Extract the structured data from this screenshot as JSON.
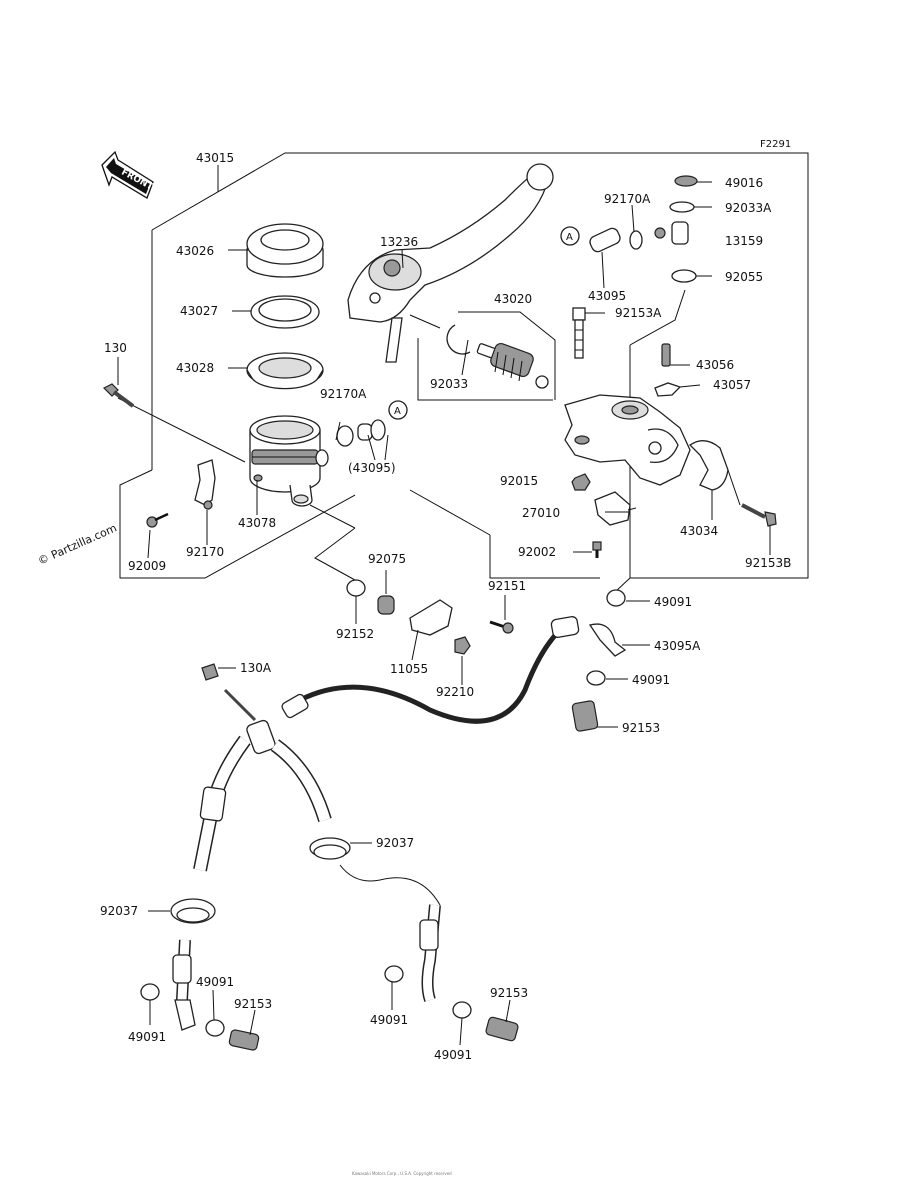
{
  "figure_code": "F2291",
  "front_label": "FRONT",
  "watermark": "© Partzilla.com",
  "footer_text": "Kawasaki Motors Corp., U.S.A. Copyright reserved",
  "part_labels": {
    "p43015": "43015",
    "p43026": "43026",
    "p43027": "43027",
    "p43028": "43028",
    "p130": "130",
    "p92170A_res": "92170A",
    "p43095_res": "(43095)",
    "p43078": "43078",
    "p92170": "92170",
    "p92009": "92009",
    "p13236": "13236",
    "p43020": "43020",
    "p92033": "92033",
    "p92170A_top": "92170A",
    "p49016": "49016",
    "p92033A": "92033A",
    "p13159": "13159",
    "p43095": "43095",
    "p92055": "92055",
    "p92153A": "92153A",
    "p43056": "43056",
    "p43057": "43057",
    "p92015": "92015",
    "p27010": "27010",
    "p92002": "92002",
    "p43034": "43034",
    "p92153B": "92153B",
    "p92075": "92075",
    "p92152": "92152",
    "p92151": "92151",
    "p11055": "11055",
    "p92210": "92210",
    "p49091_a": "49091",
    "p43095A": "43095A",
    "p130A": "130A",
    "p49091_b": "49091",
    "p92153_a": "92153",
    "p92037_a": "92037",
    "p92037_b": "92037",
    "p49091_c": "49091",
    "p49091_d": "49091",
    "p92153_b": "92153",
    "p49091_e": "49091",
    "p49091_f": "49091",
    "p92153_c": "92153"
  },
  "callout_markers": {
    "a1": "A",
    "a2": "A"
  }
}
